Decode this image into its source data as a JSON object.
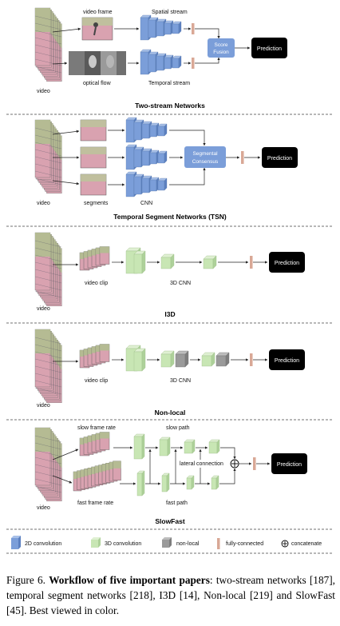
{
  "panels": {
    "two_stream": {
      "title": "Two-stream Networks",
      "video": "video",
      "video_frame": "video frame",
      "optical_flow": "optical flow",
      "spatial_stream": "Spatial stream",
      "temporal_stream": "Temporal stream",
      "fusion_line1": "Score",
      "fusion_line2": "Fusion",
      "prediction": "Prediction"
    },
    "tsn": {
      "title": "Temporal Segment Networks (TSN)",
      "video": "video",
      "segments": "segments",
      "cnn": "CNN",
      "consensus_line1": "Segmental",
      "consensus_line2": "Consensus",
      "prediction": "Prediction"
    },
    "i3d": {
      "title": "I3D",
      "video": "video",
      "video_clip": "video clip",
      "cnn3d": "3D CNN",
      "prediction": "Prediction"
    },
    "nonlocal": {
      "title": "Non-local",
      "video": "video",
      "video_clip": "video clip",
      "cnn3d": "3D CNN",
      "prediction": "Prediction"
    },
    "slowfast": {
      "title": "SlowFast",
      "video": "video",
      "slow_rate": "slow frame rate",
      "fast_rate": "fast frame rate",
      "slow_path": "slow path",
      "fast_path": "fast path",
      "lateral": "lateral connection",
      "prediction": "Prediction"
    }
  },
  "legend": {
    "conv2d": "2D convolution",
    "conv3d": "3D convolution",
    "nonlocal": "non-local",
    "fc": "fully-connected",
    "concat": "concatenate"
  },
  "caption": {
    "prefix": "Figure 6. ",
    "bold": "Workflow of five important papers",
    "rest": ": two-stream networks [187], temporal segment networks [218], I3D [14], Non-local [219] and SlowFast [45]. Best viewed in color."
  },
  "colors": {
    "conv2d": "#7b9ed9",
    "conv3d": "#c8e6b4",
    "nonlocal": "#9a9a9a",
    "fc": "#d9a896",
    "prediction": "#000000",
    "fusion": "#7b9ed9"
  }
}
